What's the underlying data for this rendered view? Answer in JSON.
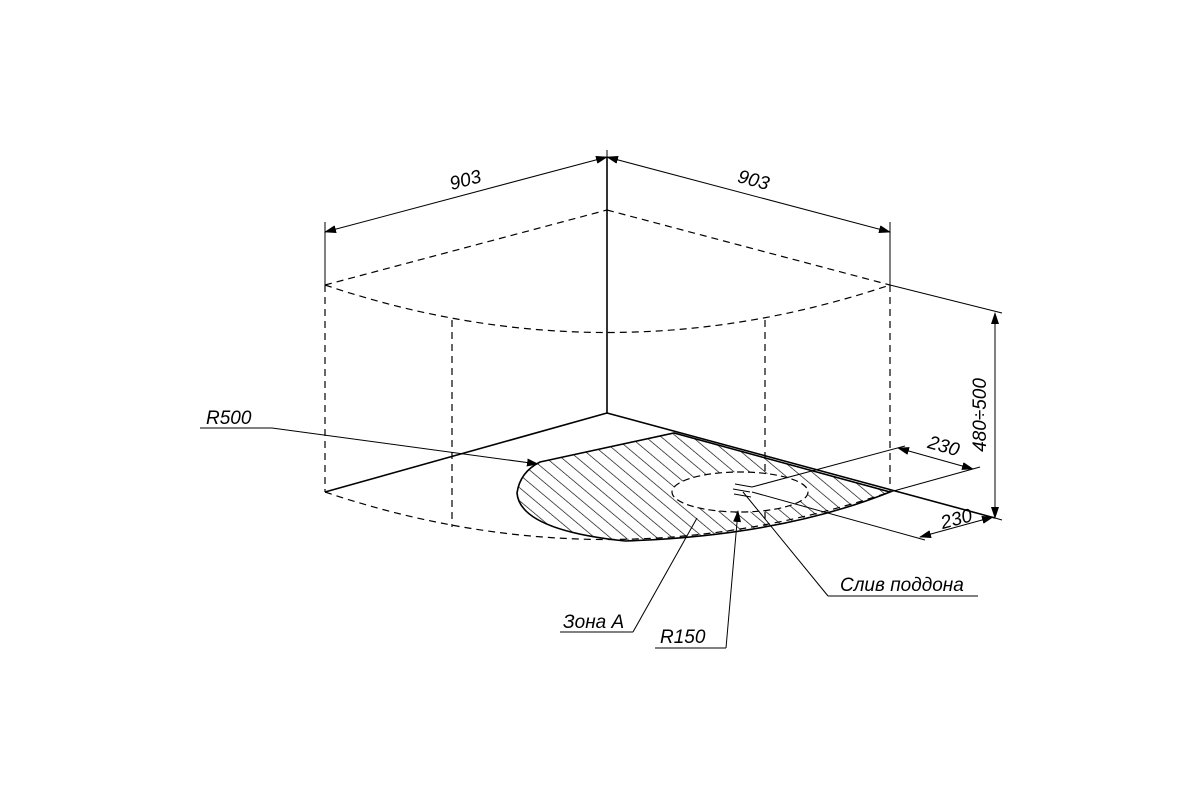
{
  "dimensions": {
    "width_left": "903",
    "width_right": "903",
    "height": "480÷500",
    "drain_offset_1": "230",
    "drain_offset_2": "230"
  },
  "callouts": {
    "radius_outer": "R500",
    "radius_inner": "R150",
    "zone": "Зона А",
    "drain": "Слив поддона"
  }
}
